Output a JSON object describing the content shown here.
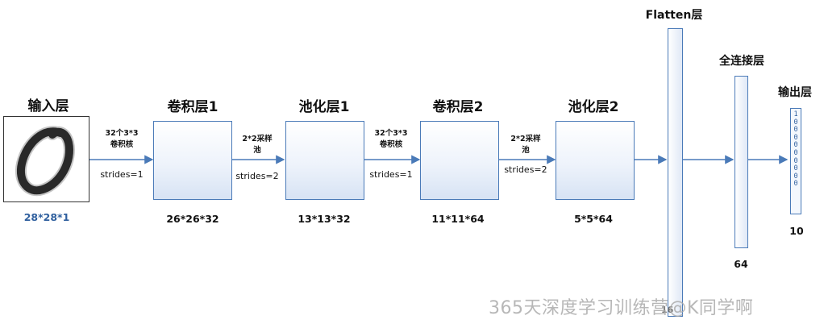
{
  "layers": {
    "input": {
      "title": "输入层",
      "dim": "28*28*1"
    },
    "conv1": {
      "title": "卷积层1",
      "dim": "26*26*32"
    },
    "pool1": {
      "title": "池化层1",
      "dim": "13*13*32"
    },
    "conv2": {
      "title": "卷积层2",
      "dim": "11*11*64"
    },
    "pool2": {
      "title": "池化层2",
      "dim": "5*5*64"
    },
    "flatten": {
      "title": "Flatten层",
      "dim": "16"
    },
    "dense": {
      "title": "全连接层",
      "dim": "64"
    },
    "output": {
      "title": "输出层",
      "dim": "10",
      "vector": [
        "1",
        "0",
        "0",
        "0",
        "0",
        "0",
        "0",
        "0",
        "0",
        "0"
      ]
    }
  },
  "ops": {
    "op1": {
      "line1": "32个3*3",
      "line2": "卷积核",
      "stride": "strides=1"
    },
    "op2": {
      "line1": "2*2采样",
      "line2": "池",
      "stride": "strides=2"
    },
    "op3": {
      "line1": "32个3*3",
      "line2": "卷积核",
      "stride": "strides=1"
    },
    "op4": {
      "line1": "2*2采样",
      "line2": "池",
      "stride": "strides=2"
    }
  },
  "watermark": "365天深度学习训练营@K同学啊",
  "colors": {
    "arrow": "#4a7ab8",
    "box_border": "#4a7ab8",
    "dim_blue": "#2f5f9e"
  }
}
